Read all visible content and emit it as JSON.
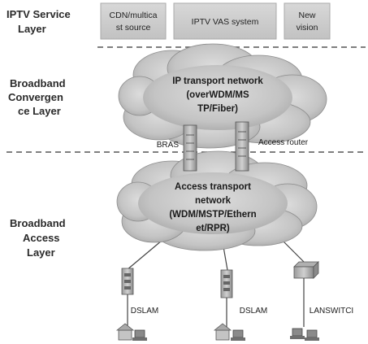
{
  "layers": {
    "service": {
      "lines": [
        "IPTV Service",
        "Layer"
      ]
    },
    "convergence": {
      "lines": [
        "Broadband",
        "Convergen",
        "ce Layer"
      ]
    },
    "access": {
      "lines": [
        "Broadband",
        "Access",
        "Layer"
      ]
    }
  },
  "service_boxes": [
    {
      "lines": [
        "CDN/multica",
        "st source"
      ]
    },
    {
      "lines": [
        "IPTV VAS system"
      ]
    },
    {
      "lines": [
        "New",
        "vision"
      ]
    }
  ],
  "clouds": {
    "ip_transport": {
      "lines": [
        "IP transport network",
        "(overWDM/MS",
        "TP/Fiber)"
      ]
    },
    "access_transport": {
      "lines": [
        "Access transport",
        "network",
        "(WDM/MSTP/Ethern",
        "et/RPR)"
      ]
    }
  },
  "edge_devices": {
    "bras": "BRAS",
    "access_router": "Access router"
  },
  "access_devices": [
    {
      "label": "DSLAM"
    },
    {
      "label": "DSLAM"
    },
    {
      "label": "LANSWITCI"
    }
  ],
  "colors": {
    "box_fill": "#cfcfcf",
    "cloud_fill": "#c8c8c8",
    "text": "#222222",
    "divider": "#555555"
  }
}
